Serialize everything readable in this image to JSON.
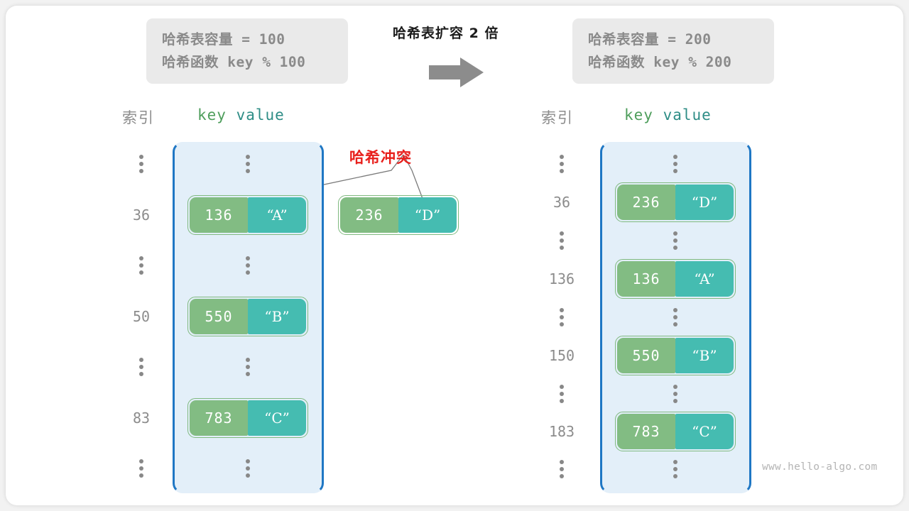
{
  "watermark": "www.hello-algo.com",
  "transition": {
    "title": "哈希表扩容 2 倍",
    "arrow_icon": "right-arrow-icon"
  },
  "before": {
    "info": {
      "capacity_line": "哈希表容量 = 100",
      "hash_fn_line": "哈希函数 key % 100"
    },
    "headers": {
      "index": "索引",
      "key": "key",
      "value": "value"
    },
    "rows": [
      {
        "type": "dots",
        "index": "⋮"
      },
      {
        "type": "entry",
        "index": "36",
        "key": "136",
        "value": "“A”"
      },
      {
        "type": "dots",
        "index": "⋮"
      },
      {
        "type": "entry",
        "index": "50",
        "key": "550",
        "value": "“B”"
      },
      {
        "type": "dots",
        "index": "⋮"
      },
      {
        "type": "entry",
        "index": "83",
        "key": "783",
        "value": "“C”"
      },
      {
        "type": "dots",
        "index": "⋮"
      }
    ],
    "collision": {
      "label": "哈希冲突",
      "floating_entry": {
        "key": "236",
        "value": "“D”"
      }
    }
  },
  "after": {
    "info": {
      "capacity_line": "哈希表容量 = 200",
      "hash_fn_line": "哈希函数 key % 200"
    },
    "headers": {
      "index": "索引",
      "key": "key",
      "value": "value"
    },
    "rows": [
      {
        "type": "dots",
        "index": "⋮"
      },
      {
        "type": "entry",
        "index": "36",
        "key": "236",
        "value": "“D”"
      },
      {
        "type": "dots",
        "index": "⋮"
      },
      {
        "type": "entry",
        "index": "136",
        "key": "136",
        "value": "“A”"
      },
      {
        "type": "dots",
        "index": "⋮"
      },
      {
        "type": "entry",
        "index": "150",
        "key": "550",
        "value": "“B”"
      },
      {
        "type": "dots",
        "index": "⋮"
      },
      {
        "type": "entry",
        "index": "183",
        "key": "783",
        "value": "“C”"
      },
      {
        "type": "dots",
        "index": "⋮"
      }
    ]
  },
  "colors": {
    "key_fill": "#82bc83",
    "value_fill": "#45bcb1",
    "bucket_fill": "#e3eff9",
    "bucket_border": "#1f77c4",
    "collision_red": "#e8201c",
    "info_bg": "#eaeaea",
    "muted_text": "#8c8c8c"
  }
}
